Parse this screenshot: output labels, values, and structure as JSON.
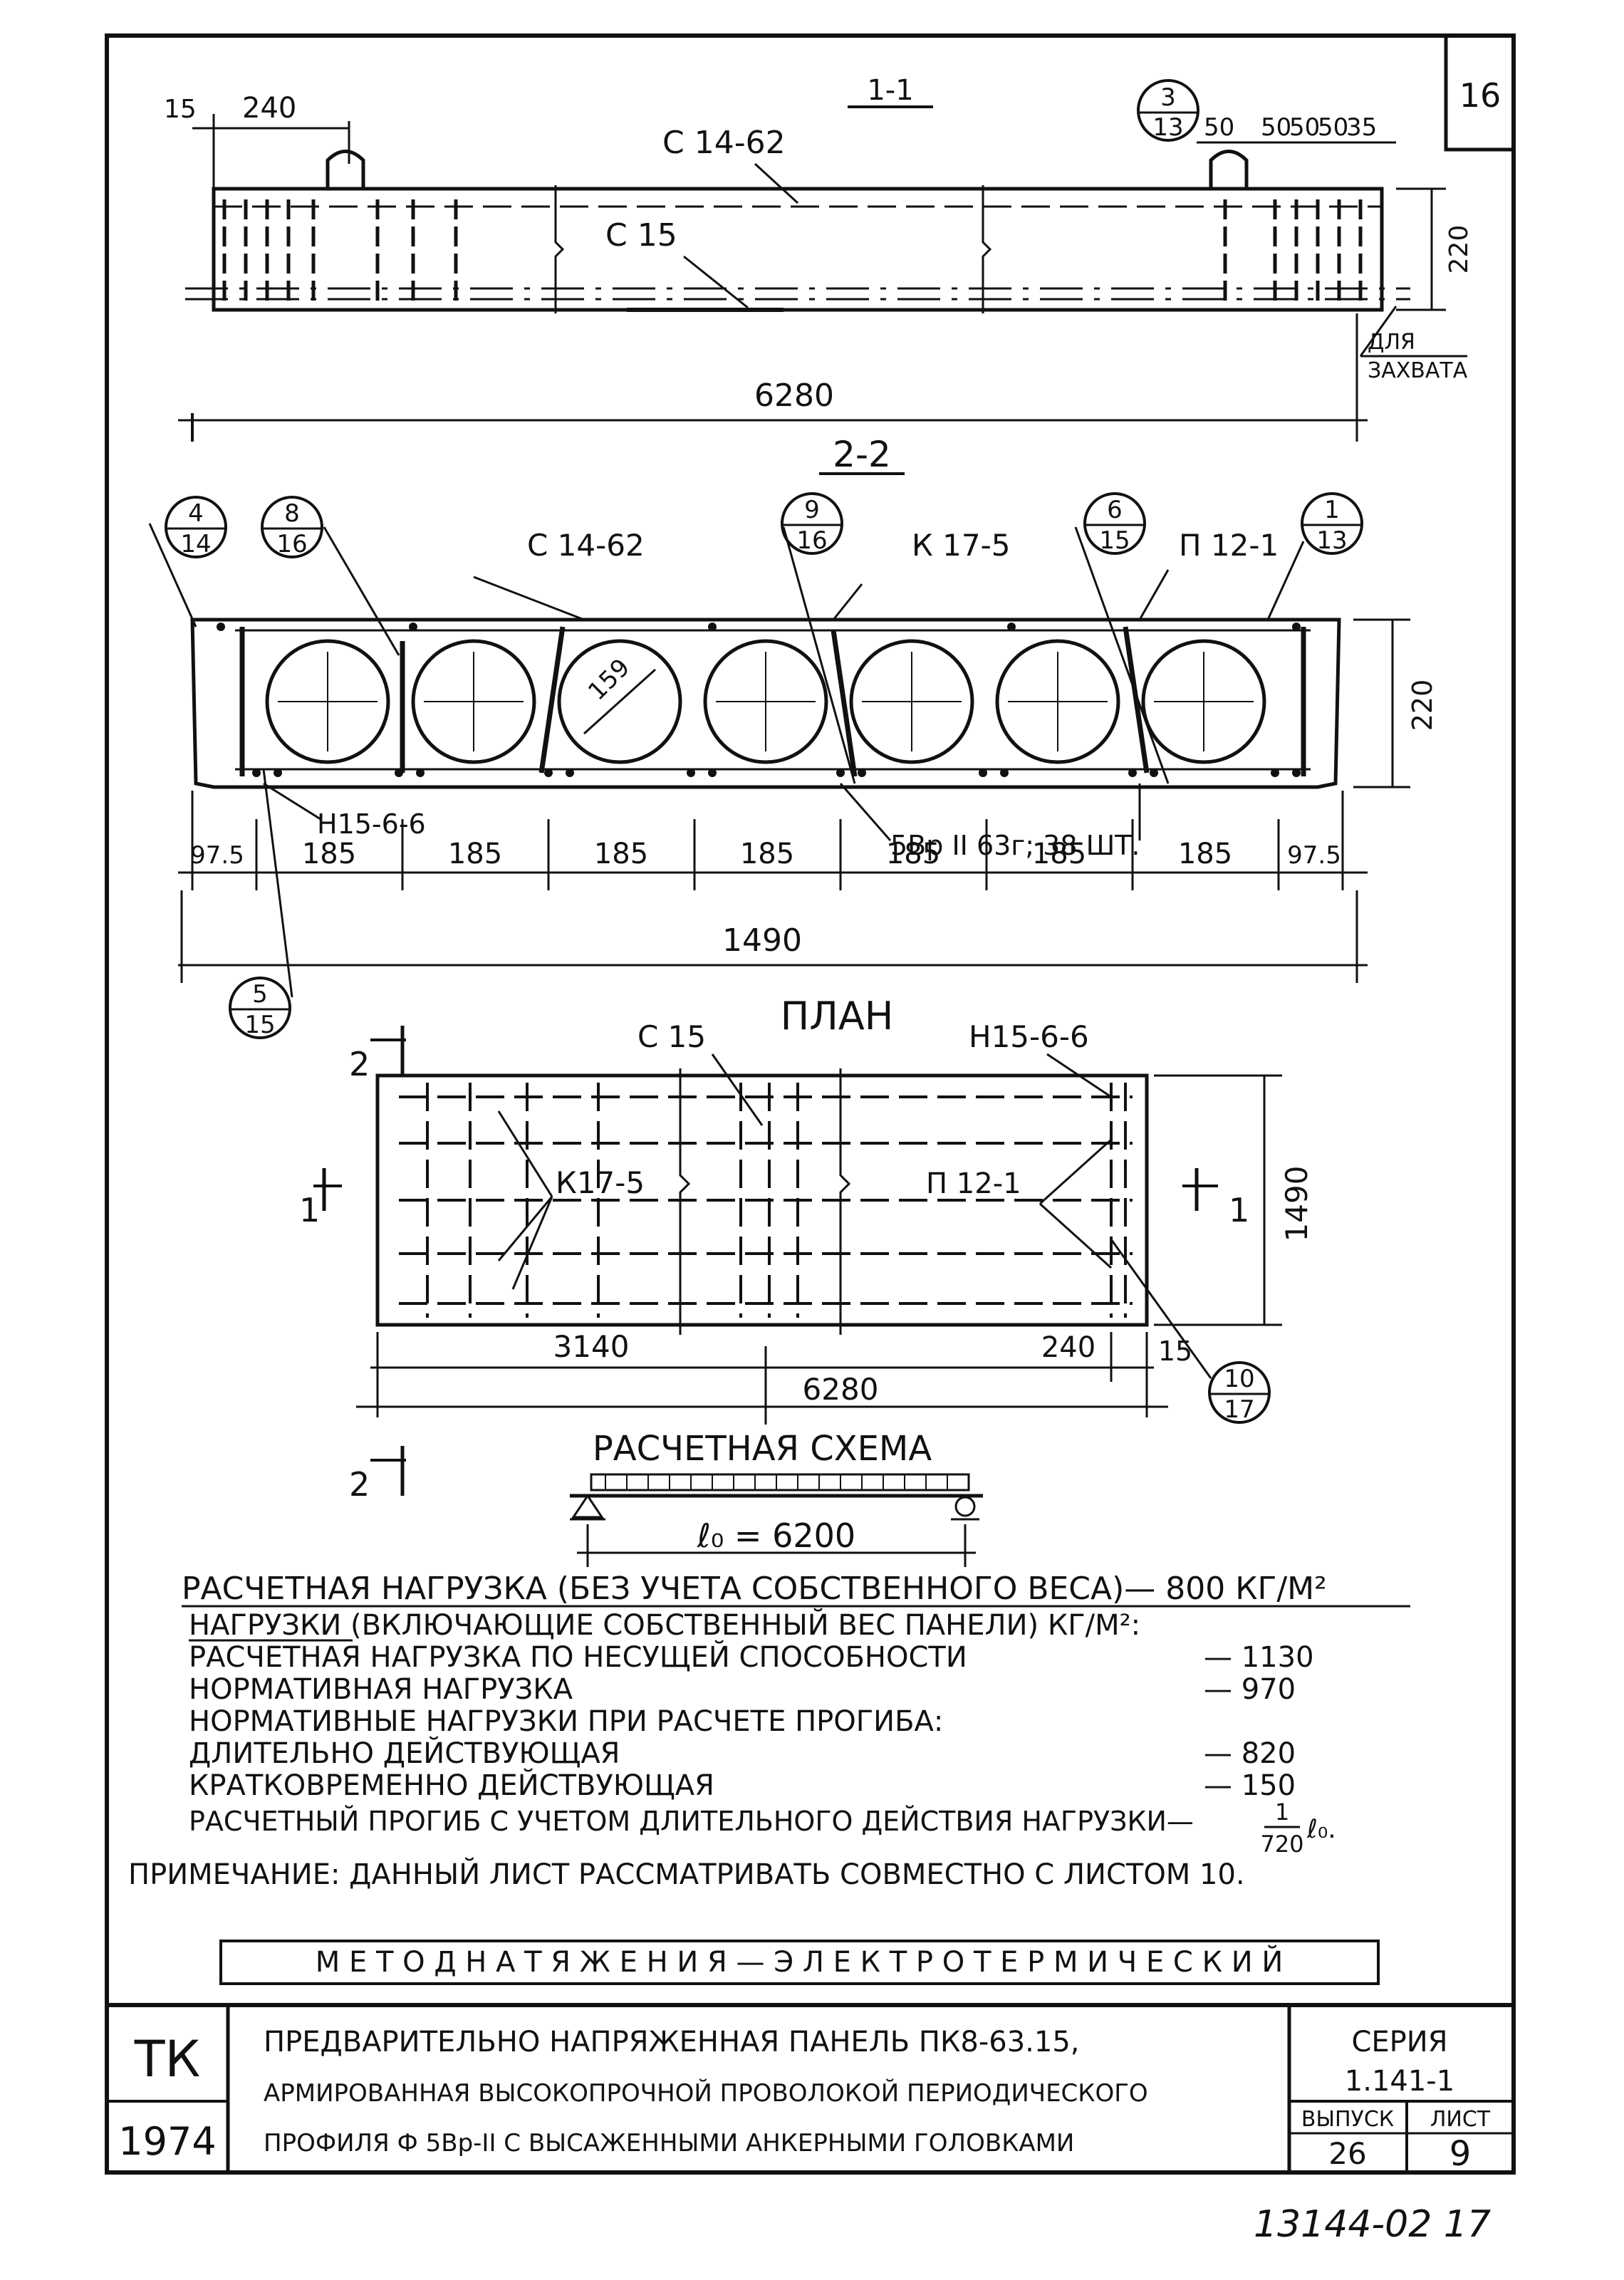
{
  "sheet": {
    "corner_number": "16",
    "stamp": "13144-02 17"
  },
  "section_1": {
    "title": "1-1",
    "dims_top": [
      "15",
      "240"
    ],
    "dims_right_top": [
      "50",
      "50",
      "50",
      "50",
      "35"
    ],
    "callout": {
      "top": "3",
      "bottom": "13"
    },
    "label_c1462": "С 14-62",
    "label_c15": "С 15",
    "height": "220",
    "length": "6280",
    "note_grip": [
      "ДЛЯ",
      "ЗАХВАТА"
    ]
  },
  "section_2": {
    "title": "2-2",
    "callouts": [
      {
        "top": "4",
        "bottom": "14"
      },
      {
        "top": "8",
        "bottom": "16"
      },
      {
        "top": "9",
        "bottom": "16"
      },
      {
        "top": "6",
        "bottom": "15"
      },
      {
        "top": "1",
        "bottom": "13"
      },
      {
        "top": "5",
        "bottom": "15"
      }
    ],
    "label_c1462": "С 14-62",
    "label_k175": "К 17-5",
    "label_p121": "П 12-1",
    "label_h1566": "Н15-6-6",
    "wire_note": "5Вр II 63г; 38 ШТ.",
    "hole_diameter": "159",
    "height": "220",
    "spacing": [
      "97.5",
      "185",
      "185",
      "185",
      "185",
      "185",
      "185",
      "185",
      "97.5"
    ],
    "width": "1490"
  },
  "plan": {
    "title": "ПЛАН",
    "label_c15": "С 15",
    "label_h1566": "Н15-6-6",
    "label_k175": "К17-5",
    "label_p121": "П 12-1",
    "section_mark_1": "1",
    "section_mark_2": "2",
    "width": "1490",
    "dim_half": "3140",
    "dim_length": "6280",
    "dim_240": "240",
    "dim_15": "15",
    "callout": {
      "top": "10",
      "bottom": "17"
    }
  },
  "scheme": {
    "title": "РАСЧЕТНАЯ СХЕМА",
    "span": "ℓ₀ = 6200"
  },
  "loads": {
    "main": "РАСЧЕТНАЯ НАГРУЗКА (БЕЗ УЧЕТА СОБСТВЕННОГО ВЕСА)— 800 КГ/М²",
    "header": "НАГРУЗКИ (ВКЛЮЧАЮЩИЕ СОБСТВЕННЫЙ ВЕС ПАНЕЛИ) КГ/М²:",
    "rows": [
      {
        "label": "РАСЧЕТНАЯ НАГРУЗКА ПО НЕСУЩЕЙ СПОСОБНОСТИ",
        "value": "— 1130"
      },
      {
        "label": "НОРМАТИВНАЯ НАГРУЗКА",
        "value": "— 970"
      },
      {
        "label": "НОРМАТИВНЫЕ НАГРУЗКИ ПРИ РАСЧЕТЕ ПРОГИБА:",
        "value": ""
      },
      {
        "label": "ДЛИТЕЛЬНО ДЕЙСТВУЮЩАЯ",
        "value": "— 820"
      },
      {
        "label": "КРАТКОВРЕМЕННО ДЕЙСТВУЮЩАЯ",
        "value": "— 150"
      }
    ],
    "deflection": "РАСЧЕТНЫЙ ПРОГИБ С УЧЕТОМ ДЛИТЕЛЬНОГО ДЕЙСТВИЯ НАГРУЗКИ—",
    "deflection_num": "1",
    "deflection_den": "720",
    "deflection_tail": "ℓ₀.",
    "note": "ПРИМЕЧАНИЕ: ДАННЫЙ ЛИСТ РАССМАТРИВАТЬ СОВМЕСТНО С ЛИСТОМ 10."
  },
  "method": "М Е Т О Д   Н А Т Я Ж Е Н И Я — Э Л Е К Т Р О Т Е Р М И Ч Е С К И Й",
  "title_block": {
    "org": "ТК",
    "year": "1974",
    "title_lines": [
      "ПРЕДВАРИТЕЛЬНО НАПРЯЖЕННАЯ ПАНЕЛЬ ПК8-63.15,",
      "АРМИРОВАННАЯ ВЫСОКОПРОЧНОЙ ПРОВОЛОКОЙ ПЕРИОДИЧЕСКОГО",
      "ПРОФИЛЯ Ф 5Вр-II С ВЫСАЖЕННЫМИ АНКЕРНЫМИ ГОЛОВКАМИ"
    ],
    "series_label": "СЕРИЯ",
    "series_value": "1.141-1",
    "issue_label": "ВЫПУСК",
    "issue_value": "26",
    "sheet_label": "ЛИСТ",
    "sheet_value": "9"
  }
}
